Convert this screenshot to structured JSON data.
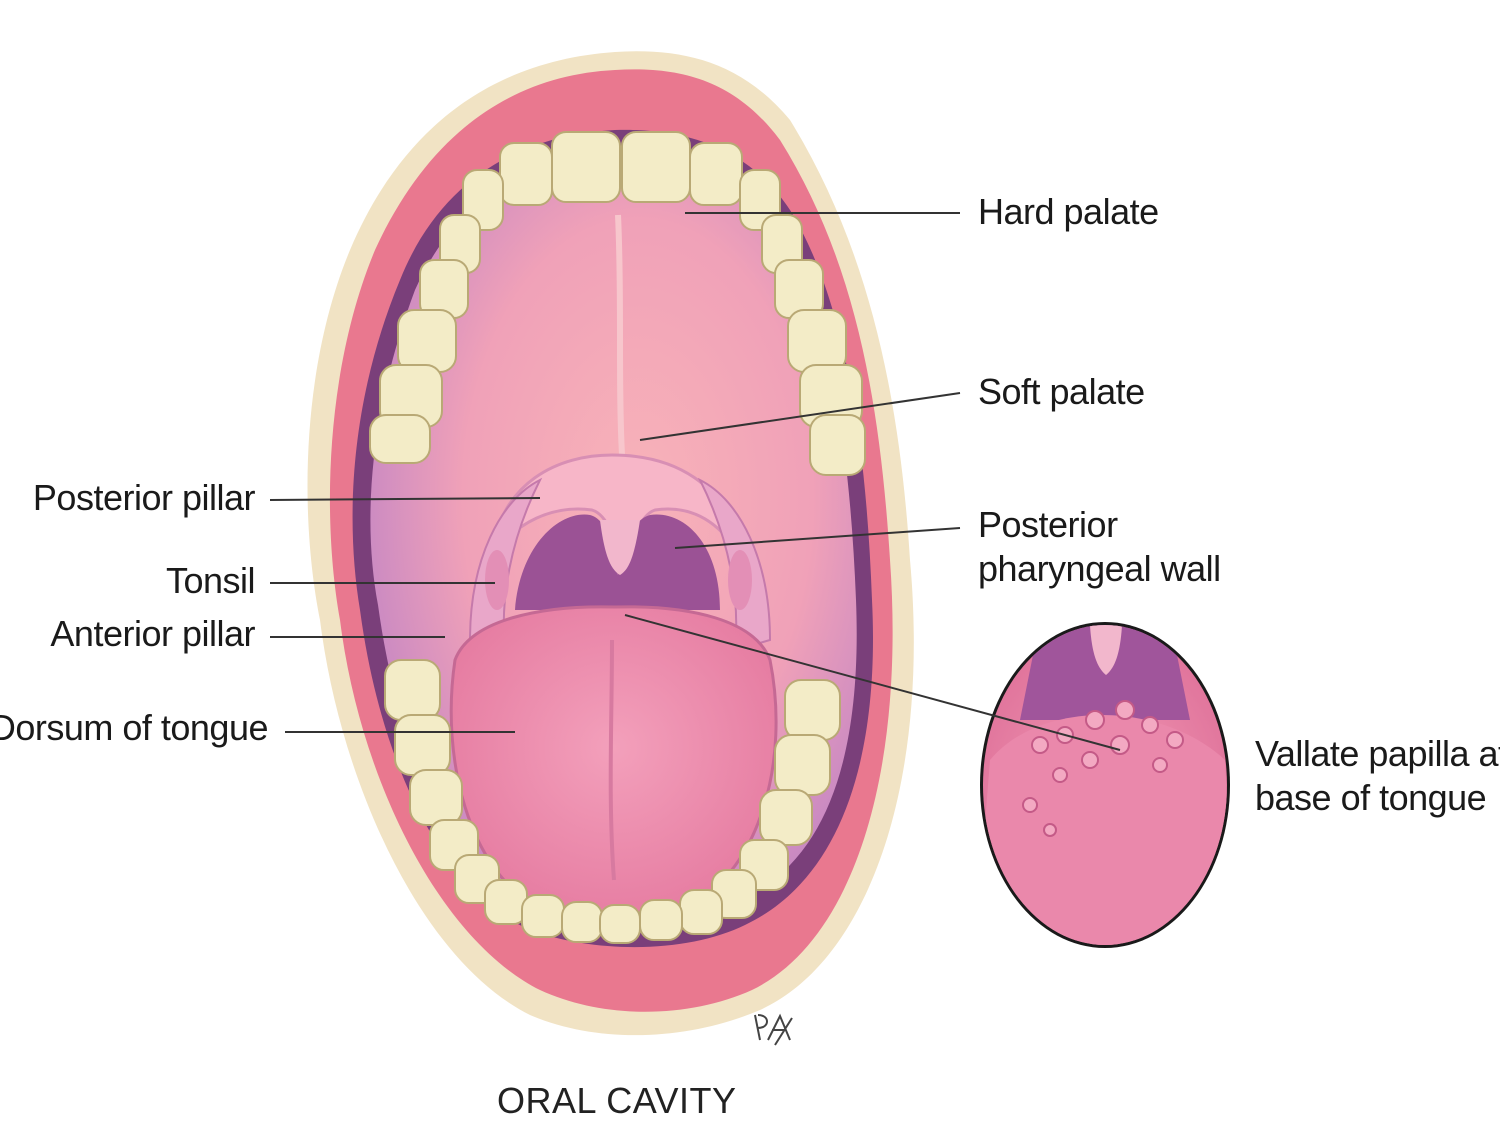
{
  "caption": "ORAL CAVITY",
  "labels": {
    "hard_palate": "Hard palate",
    "soft_palate": "Soft palate",
    "posterior_pharyngeal_wall": [
      "Posterior",
      "pharyngeal wall"
    ],
    "posterior_pillar": "Posterior pillar",
    "tonsil": "Tonsil",
    "anterior_pillar": "Anterior pillar",
    "dorsum_of_tongue": "Dorsum of tongue",
    "vallate_papilla": [
      "Vallate papilla at",
      "base of tongue"
    ]
  },
  "colors": {
    "lip": "#e9788f",
    "palate": "#f4a3b5",
    "palate_shadow": "#b278b2",
    "tongue": "#ee8cab",
    "throat": "#9b5295",
    "teeth": "#f3ecc7",
    "skin": "#f1e3c4",
    "leader": "#333333"
  }
}
